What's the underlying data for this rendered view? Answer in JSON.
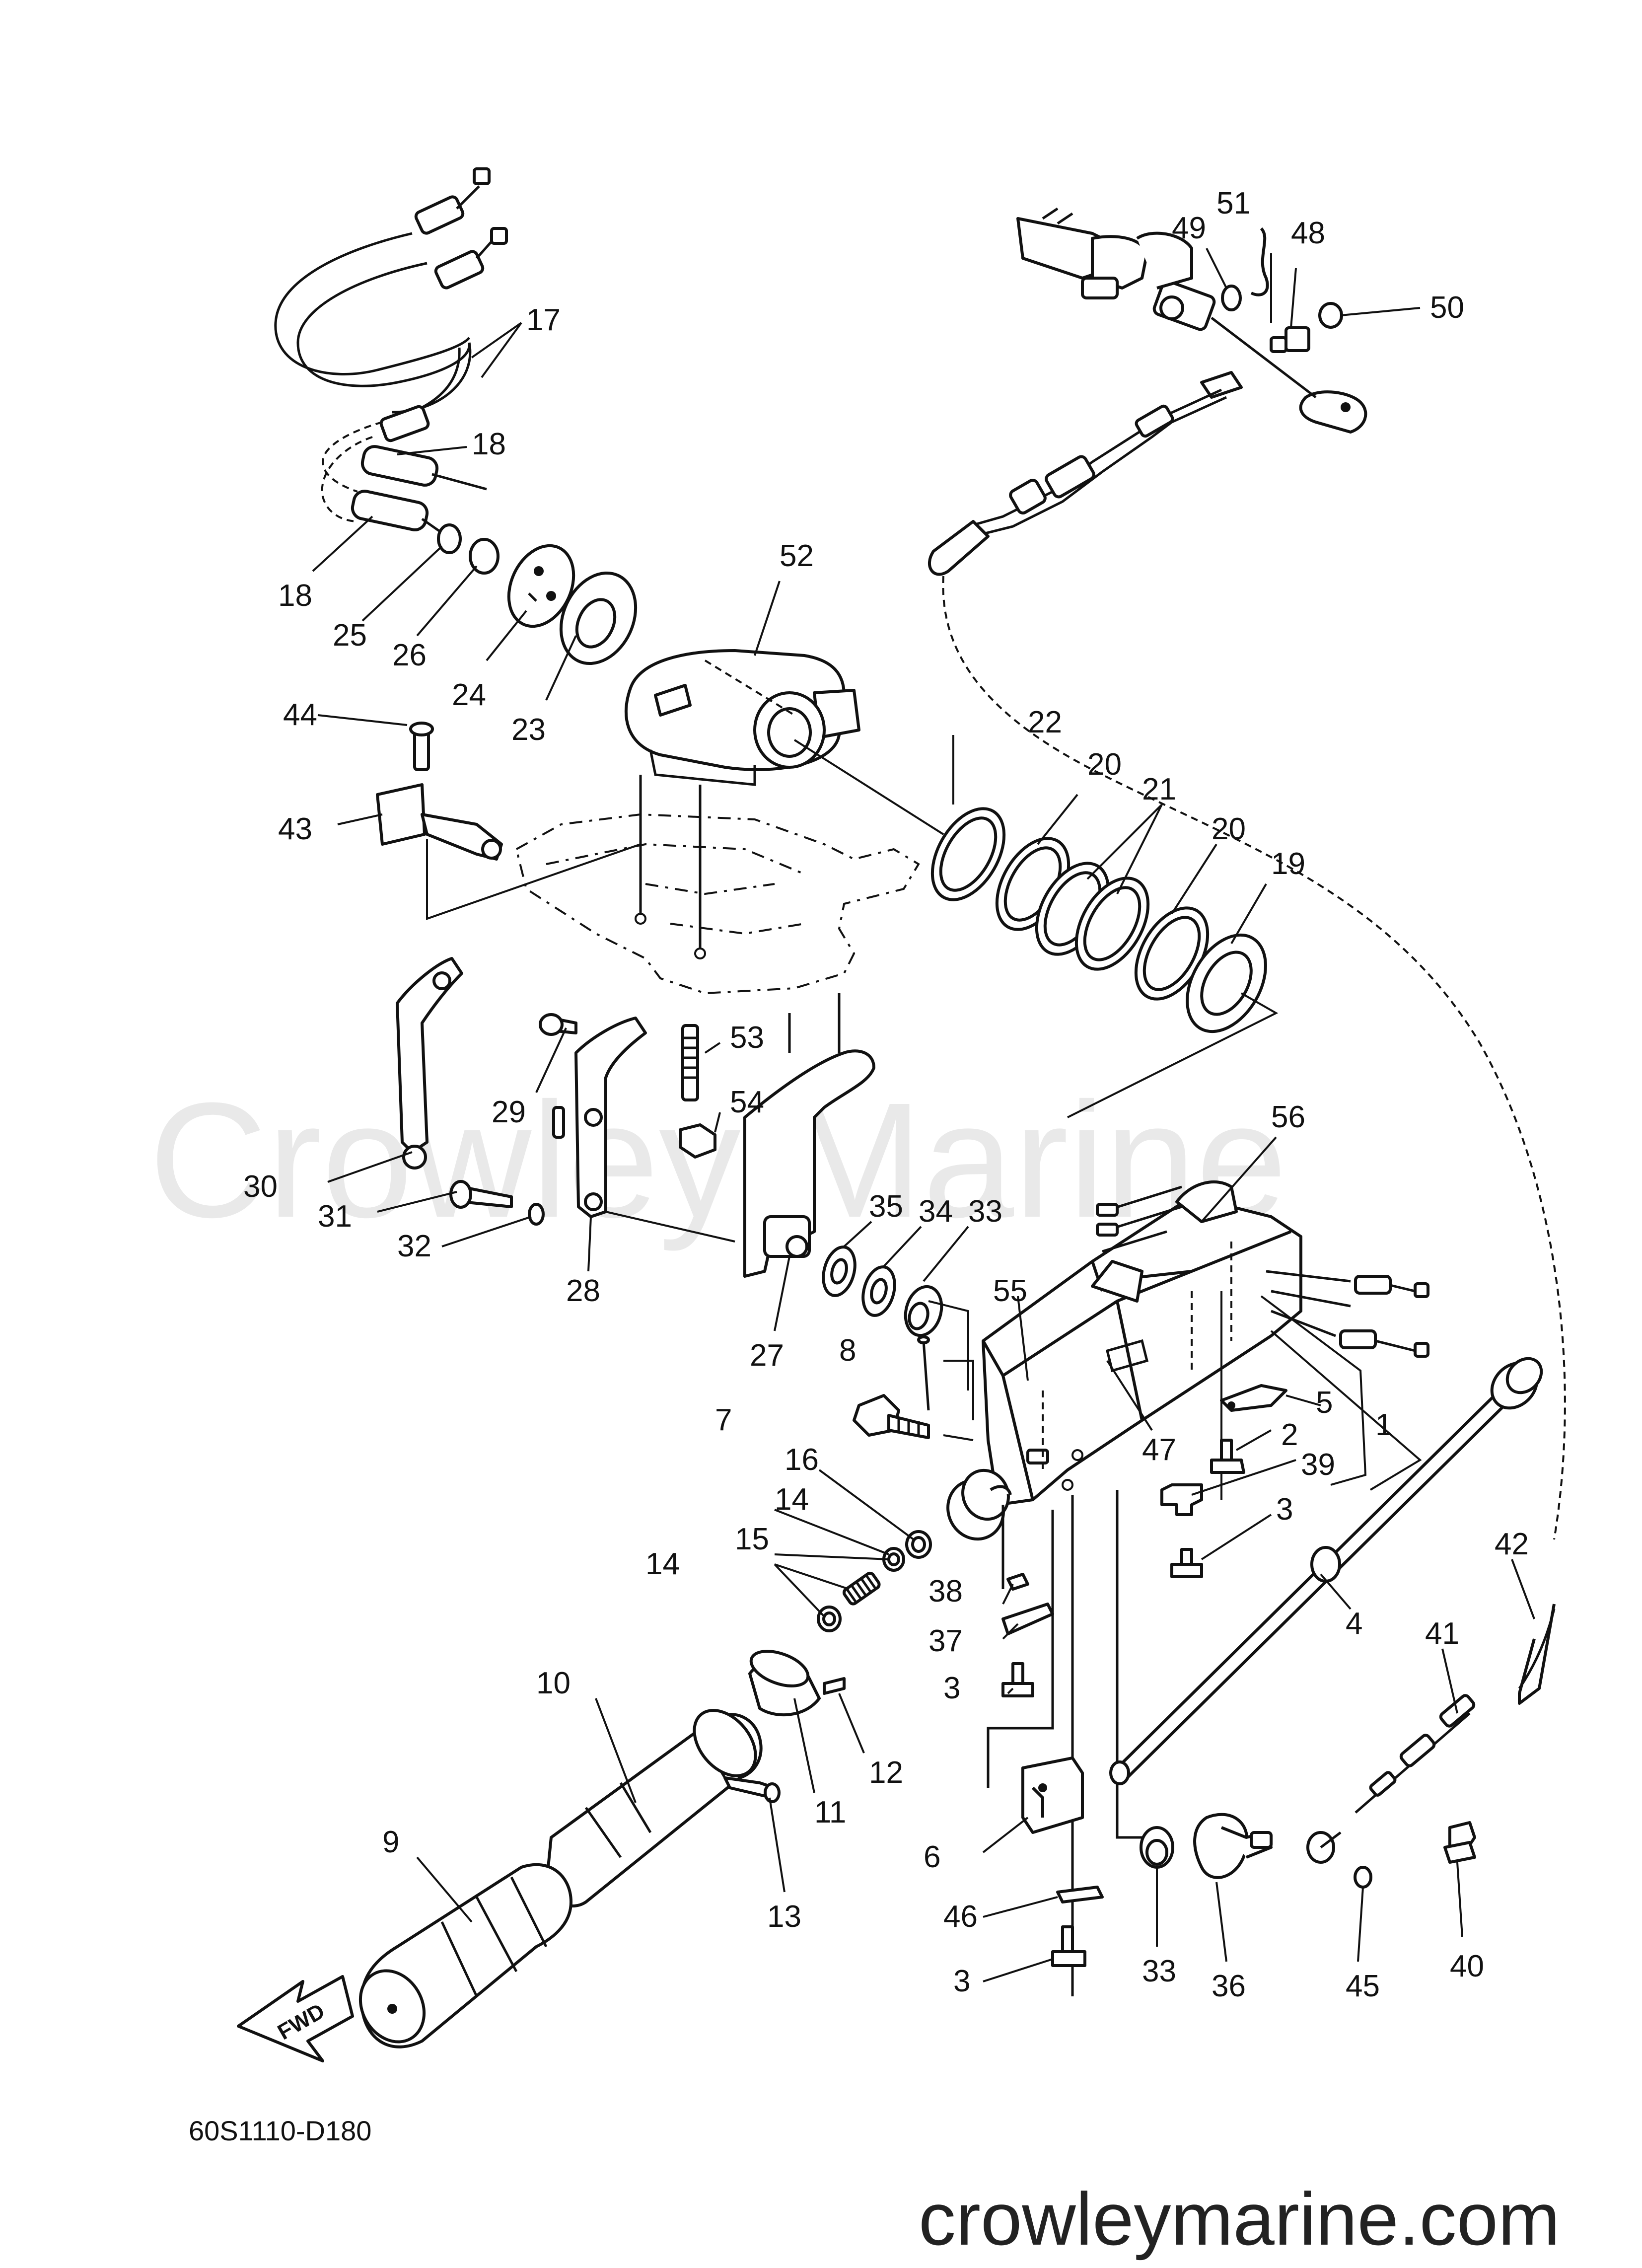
{
  "watermark": "Crowley Marine",
  "diagram_code": "60S1110-D180",
  "site": "crowleymarine.com",
  "fwd_label": "FWD",
  "labels": {
    "l1": "1",
    "l2": "2",
    "l3a": "3",
    "l3b": "3",
    "l3c": "3",
    "l4": "4",
    "l5": "5",
    "l6": "6",
    "l7": "7",
    "l8": "8",
    "l9": "9",
    "l10": "10",
    "l11": "11",
    "l12": "12",
    "l13": "13",
    "l14a": "14",
    "l14b": "14",
    "l15": "15",
    "l16": "16",
    "l17": "17",
    "l18a": "18",
    "l18b": "18",
    "l19": "19",
    "l20a": "20",
    "l20b": "20",
    "l21": "21",
    "l22": "22",
    "l23": "23",
    "l24": "24",
    "l25": "25",
    "l26": "26",
    "l27": "27",
    "l28": "28",
    "l29": "29",
    "l30": "30",
    "l31": "31",
    "l32": "32",
    "l33a": "33",
    "l33b": "33",
    "l34": "34",
    "l35": "35",
    "l36": "36",
    "l37": "37",
    "l38": "38",
    "l39": "39",
    "l40": "40",
    "l41": "41",
    "l42": "42",
    "l43": "43",
    "l44": "44",
    "l45": "45",
    "l46": "46",
    "l47": "47",
    "l48": "48",
    "l49": "49",
    "l50": "50",
    "l51": "51",
    "l52": "52",
    "l53": "53",
    "l54": "54",
    "l55": "55",
    "l56": "56"
  }
}
